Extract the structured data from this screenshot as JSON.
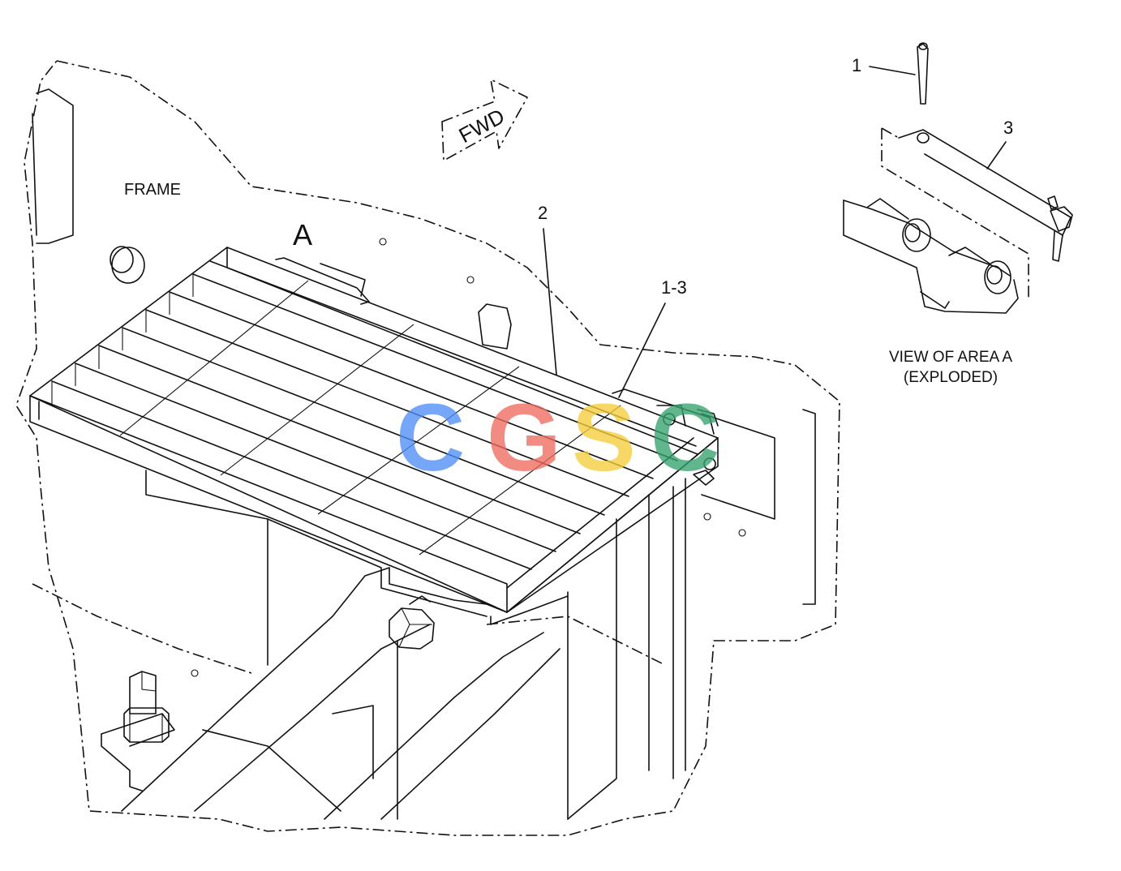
{
  "labels": {
    "frame": "FRAME",
    "area": "A",
    "fwd": "FWD",
    "callout_2": "2",
    "callout_1_3": "1-3",
    "callout_1": "1",
    "callout_3": "3",
    "view_line1": "VIEW OF AREA  A",
    "view_line2": "(EXPLODED)"
  },
  "watermark": {
    "letters": [
      "C",
      "G",
      "S",
      "C"
    ],
    "colors": [
      "#4f8ef5",
      "#ef6c61",
      "#f5cd3c",
      "#35a26f"
    ]
  }
}
